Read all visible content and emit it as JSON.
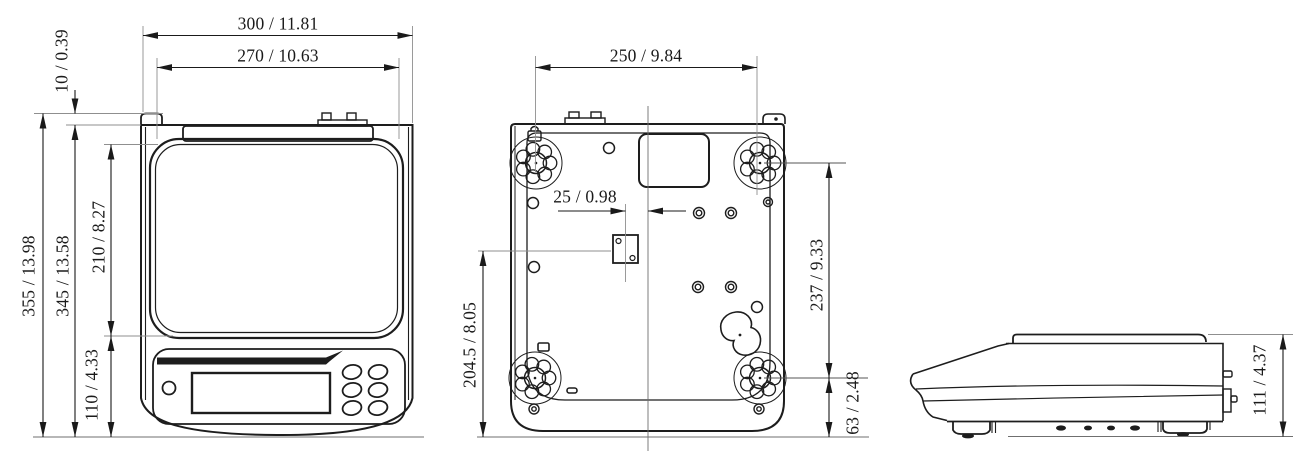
{
  "drawing": {
    "type": "balance-dimension-drawing",
    "unit_format": "mm / inch",
    "line_color": "#1a1a1a",
    "extension_line_color": "#8f8f8f",
    "views": {
      "front_top_view": {
        "dims": {
          "overall_width": "300 / 11.81",
          "pan_width": "270 / 10.63",
          "rear_ledge_depth": "10 / 0.39",
          "overall_depth": "355 / 13.98",
          "body_depth": "345 / 13.58",
          "pan_depth": "210 / 8.27",
          "front_panel_depth": "110 / 4.33"
        }
      },
      "bottom_view": {
        "dims": {
          "foot_span_width": "250 / 9.84",
          "hook_offset_from_center": "25 / 0.98",
          "hook_depth_position": "204.5 / 8.05",
          "foot_span_depth": "237 / 9.33",
          "front_foot_to_edge": "63 / 2.48"
        }
      },
      "side_view": {
        "dims": {
          "overall_height": "111 / 4.37"
        }
      }
    }
  }
}
